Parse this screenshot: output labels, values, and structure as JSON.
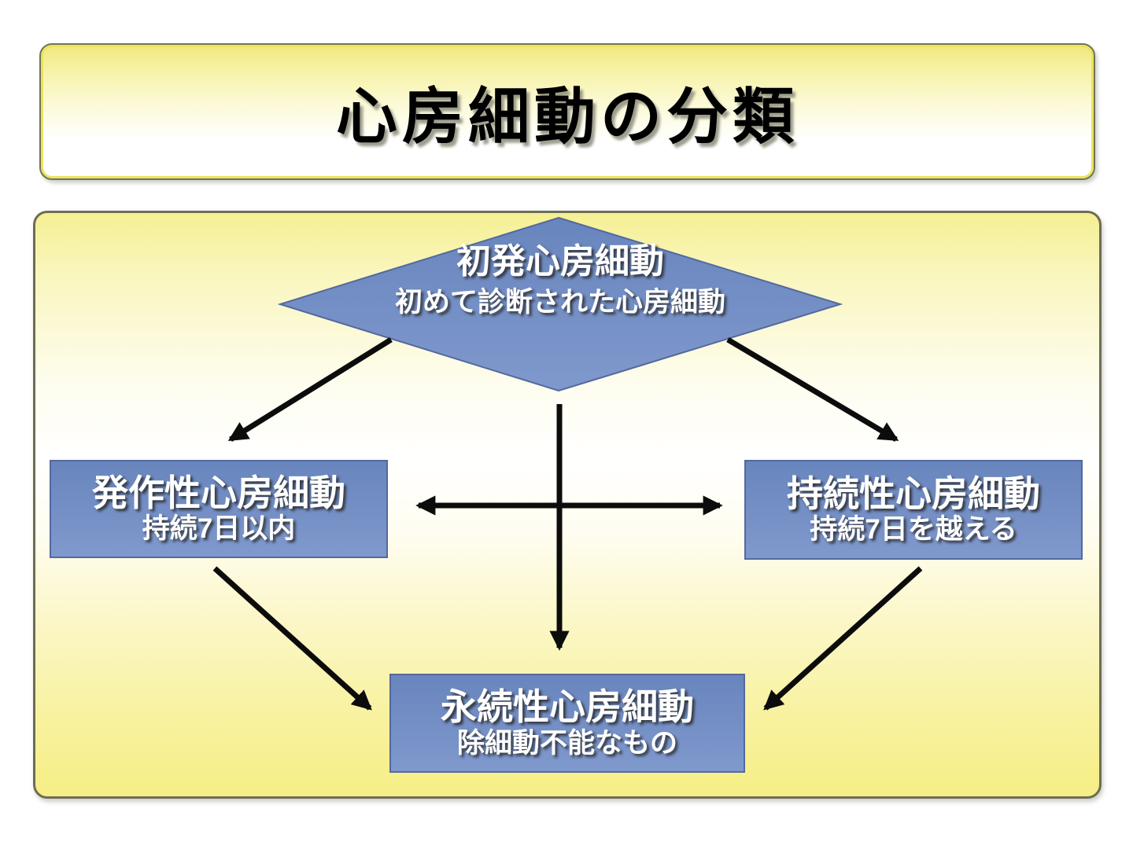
{
  "slide_title": "心房細動の分類",
  "flowchart": {
    "first": {
      "title": "初発心房細動",
      "subtitle": "初めて診断された心房細動"
    },
    "paroxysmal": {
      "title": "発作性心房細動",
      "subtitle": "持続7日以内"
    },
    "persistent": {
      "title": "持続性心房細動",
      "subtitle": "持続7日を越える"
    },
    "permanent": {
      "title": "永続性心房細動",
      "subtitle": "除細動不能なもの"
    }
  },
  "colors": {
    "node_fill_dark": "#6885bd",
    "node_fill_light": "#8099cd",
    "node_border": "#54689e",
    "arrow": "#0c0c0c",
    "panel_yellow": "#f6ee85",
    "panel_border": "#6d6d52",
    "title_gradient_top": "#efe87a"
  }
}
